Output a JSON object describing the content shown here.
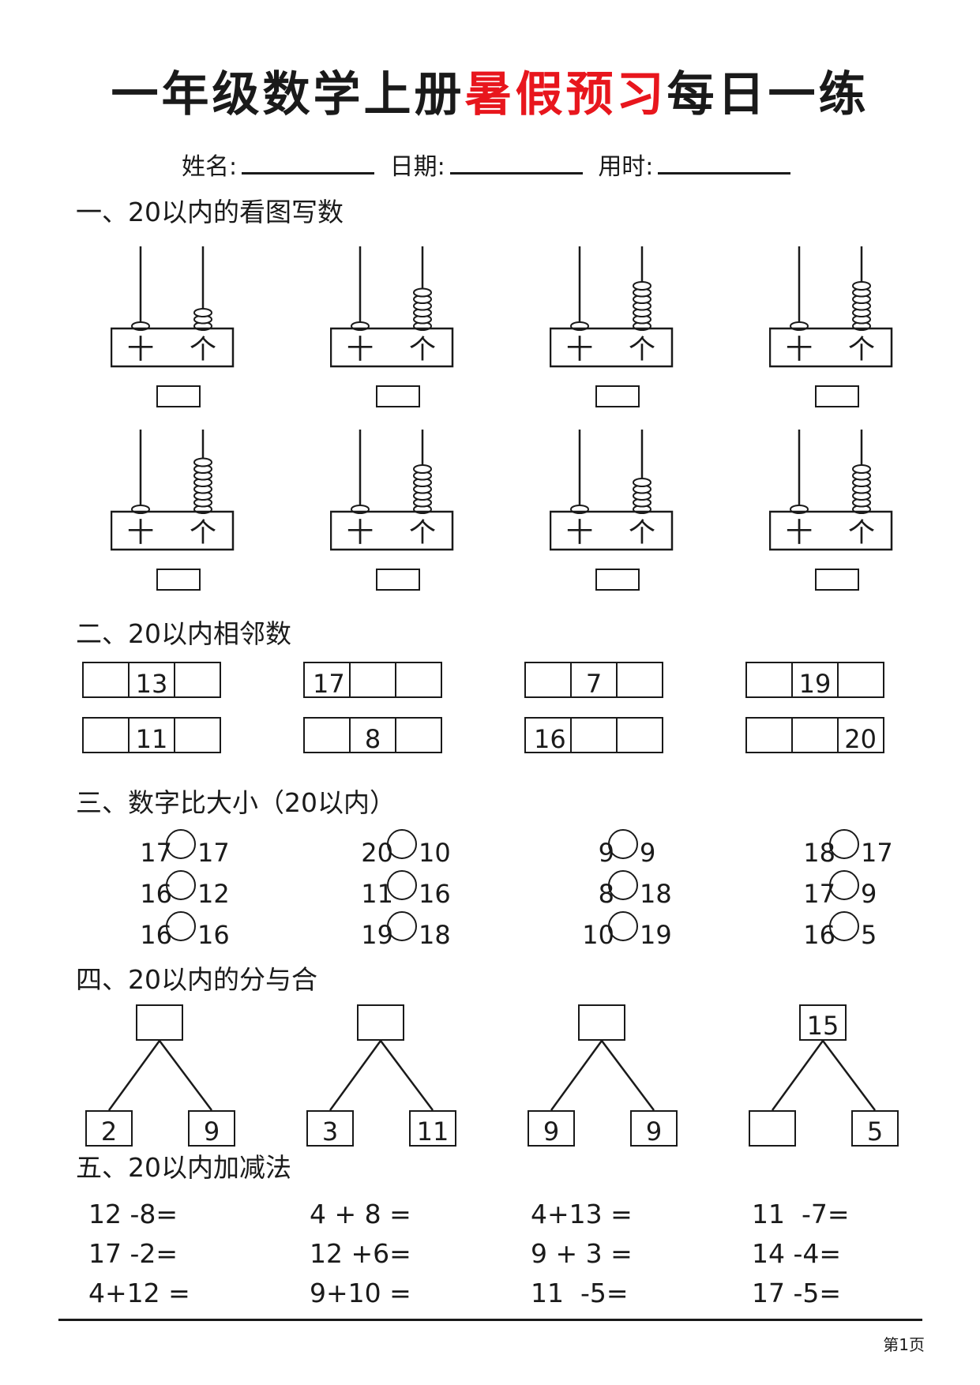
{
  "title": {
    "part1": "一年级数学上册",
    "part2": "暑假预习",
    "part3": "每日一练",
    "accent_color": "#e8161d"
  },
  "info": {
    "name_label": "姓名:",
    "date_label": "日期:",
    "time_label": "用时:"
  },
  "section1": {
    "title": "一、20以内的看图写数",
    "tens_label": "十",
    "ones_label": "个",
    "abacus_beads": [
      {
        "tens": 1,
        "ones": 3
      },
      {
        "tens": 1,
        "ones": 6
      },
      {
        "tens": 1,
        "ones": 7
      },
      {
        "tens": 1,
        "ones": 7
      },
      {
        "tens": 1,
        "ones": 8
      },
      {
        "tens": 1,
        "ones": 7
      },
      {
        "tens": 1,
        "ones": 5
      },
      {
        "tens": 1,
        "ones": 7
      }
    ]
  },
  "section2": {
    "title": "二、20以内相邻数",
    "rows": [
      [
        [
          "",
          "13",
          ""
        ],
        [
          "17",
          "",
          ""
        ],
        [
          "",
          "7",
          ""
        ],
        [
          "",
          "19",
          ""
        ]
      ],
      [
        [
          "",
          "11",
          ""
        ],
        [
          "",
          "8",
          ""
        ],
        [
          "16",
          "",
          ""
        ],
        [
          "",
          "",
          "20"
        ]
      ]
    ]
  },
  "section3": {
    "title": "三、数字比大小（20以内）",
    "rows": [
      [
        [
          "17",
          "17"
        ],
        [
          "20",
          "10"
        ],
        [
          "9",
          "9"
        ],
        [
          "18",
          "17"
        ]
      ],
      [
        [
          "16",
          "12"
        ],
        [
          "11",
          "16"
        ],
        [
          "8",
          "18"
        ],
        [
          "17",
          "9"
        ]
      ],
      [
        [
          "16",
          "16"
        ],
        [
          "19",
          "18"
        ],
        [
          "10",
          "19"
        ],
        [
          "16",
          "5"
        ]
      ]
    ]
  },
  "section4": {
    "title": "四、20以内的分与合",
    "trees": [
      {
        "top": "",
        "left": "2",
        "right": "9"
      },
      {
        "top": "",
        "left": "3",
        "right": "11"
      },
      {
        "top": "",
        "left": "9",
        "right": "9"
      },
      {
        "top": "15",
        "left": "",
        "right": "5"
      }
    ]
  },
  "section5": {
    "title": "五、20以内加减法",
    "rows": [
      [
        "12 -8=",
        "4 + 8 =",
        "4+13 =",
        "11  -7="
      ],
      [
        "17 -2=",
        "12 +6=",
        "9 + 3 =",
        "14 -4="
      ],
      [
        "4+12 =",
        "9+10 =",
        "11  -5=",
        "17 -5="
      ]
    ]
  },
  "footer": {
    "page_label": "第1页"
  }
}
